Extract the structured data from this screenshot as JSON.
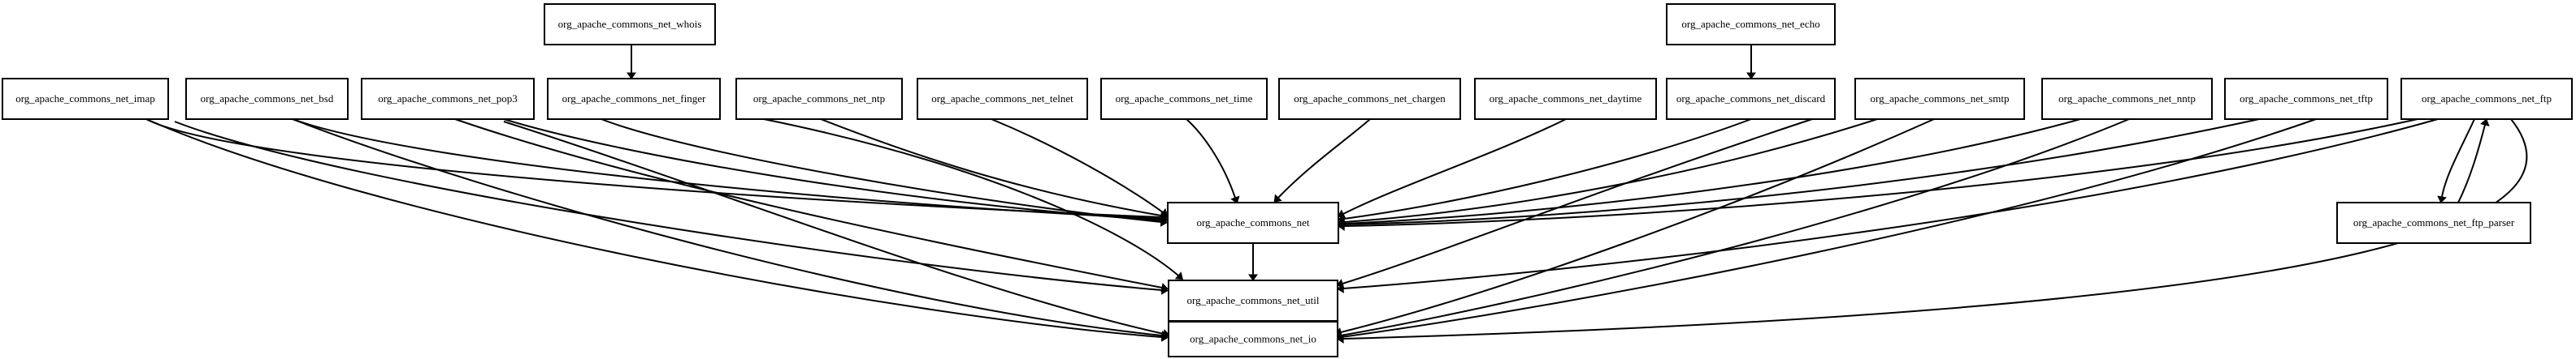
{
  "diagram": {
    "type": "package-dependency-graph",
    "nodes": [
      {
        "id": "whois",
        "label": "org_apache_commons_net_whois"
      },
      {
        "id": "echo",
        "label": "org_apache_commons_net_echo"
      },
      {
        "id": "imap",
        "label": "org_apache_commons_net_imap"
      },
      {
        "id": "bsd",
        "label": "org_apache_commons_net_bsd"
      },
      {
        "id": "pop3",
        "label": "org_apache_commons_net_pop3"
      },
      {
        "id": "finger",
        "label": "org_apache_commons_net_finger"
      },
      {
        "id": "ntp",
        "label": "org_apache_commons_net_ntp"
      },
      {
        "id": "telnet",
        "label": "org_apache_commons_net_telnet"
      },
      {
        "id": "time",
        "label": "org_apache_commons_net_time"
      },
      {
        "id": "chargen",
        "label": "org_apache_commons_net_chargen"
      },
      {
        "id": "daytime",
        "label": "org_apache_commons_net_daytime"
      },
      {
        "id": "discard",
        "label": "org_apache_commons_net_discard"
      },
      {
        "id": "smtp",
        "label": "org_apache_commons_net_smtp"
      },
      {
        "id": "nntp",
        "label": "org_apache_commons_net_nntp"
      },
      {
        "id": "tftp",
        "label": "org_apache_commons_net_tftp"
      },
      {
        "id": "ftp",
        "label": "org_apache_commons_net_ftp"
      },
      {
        "id": "ftpparser",
        "label": "org_apache_commons_net_ftp_parser"
      },
      {
        "id": "net",
        "label": "org_apache_commons_net"
      },
      {
        "id": "util",
        "label": "org_apache_commons_net_util"
      },
      {
        "id": "io",
        "label": "org_apache_commons_net_io"
      }
    ],
    "edges": [
      {
        "from": "whois",
        "to": "finger"
      },
      {
        "from": "echo",
        "to": "discard"
      },
      {
        "from": "imap",
        "to": "net"
      },
      {
        "from": "imap",
        "to": "util"
      },
      {
        "from": "imap",
        "to": "io"
      },
      {
        "from": "bsd",
        "to": "net"
      },
      {
        "from": "bsd",
        "to": "io"
      },
      {
        "from": "pop3",
        "to": "net"
      },
      {
        "from": "pop3",
        "to": "util"
      },
      {
        "from": "pop3",
        "to": "io"
      },
      {
        "from": "finger",
        "to": "net"
      },
      {
        "from": "ntp",
        "to": "net"
      },
      {
        "from": "ntp",
        "to": "util"
      },
      {
        "from": "telnet",
        "to": "net"
      },
      {
        "from": "time",
        "to": "net"
      },
      {
        "from": "chargen",
        "to": "net"
      },
      {
        "from": "daytime",
        "to": "net"
      },
      {
        "from": "discard",
        "to": "net"
      },
      {
        "from": "smtp",
        "to": "net"
      },
      {
        "from": "smtp",
        "to": "util"
      },
      {
        "from": "smtp",
        "to": "io"
      },
      {
        "from": "nntp",
        "to": "net"
      },
      {
        "from": "nntp",
        "to": "io"
      },
      {
        "from": "tftp",
        "to": "net"
      },
      {
        "from": "tftp",
        "to": "io"
      },
      {
        "from": "ftp",
        "to": "net"
      },
      {
        "from": "ftp",
        "to": "ftpparser"
      },
      {
        "from": "ftp",
        "to": "util"
      },
      {
        "from": "ftp",
        "to": "io"
      },
      {
        "from": "ftpparser",
        "to": "ftp"
      },
      {
        "from": "net",
        "to": "util"
      },
      {
        "from": "util",
        "to": "io"
      },
      {
        "from": "io",
        "to": "util"
      }
    ]
  }
}
